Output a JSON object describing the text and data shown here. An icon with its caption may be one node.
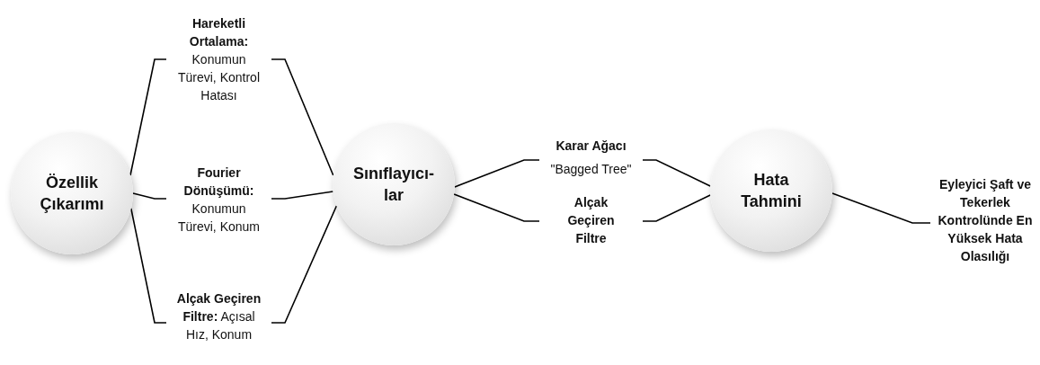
{
  "diagram": {
    "nodes": [
      {
        "text": [
          "Özellik Çıkarımı"
        ]
      },
      {
        "text": [
          "**Hareketli Ortalama:** Konumun Türevi, Kontrol Hatası"
        ]
      },
      {
        "text": [
          "**Fourier Dönüşümü:** Konumun Türevi, Konum"
        ]
      },
      {
        "text": [
          "**Alçak Geçiren Filtre:** Açısal Hız, Konum"
        ]
      },
      {
        "text": [
          "Sınıflayıcı- lar"
        ]
      },
      {
        "text": [
          "Karar Ağacı",
          "\"Bagged Tree\""
        ]
      },
      {
        "text": [
          "Alçak Geçiren Filtre"
        ]
      },
      {
        "text": [
          "Hata Tahmini"
        ]
      },
      {
        "text": [
          "Eyleyici Şaft ve Tekerlek Kontrolünde En Yüksek Hata Olasılığı"
        ]
      }
    ],
    "edges": [
      {
        "from": 0,
        "to": 1,
        "arrow": "none"
      },
      {
        "from": 0,
        "to": 2,
        "arrow": "none"
      },
      {
        "from": 0,
        "to": 3,
        "arrow": "none"
      },
      {
        "from": 1,
        "to": 4,
        "arrow": "none"
      },
      {
        "from": 2,
        "to": 4,
        "arrow": "none"
      },
      {
        "from": 3,
        "to": 4,
        "arrow": "none"
      },
      {
        "from": 4,
        "to": 5,
        "arrow": "none"
      },
      {
        "from": 4,
        "to": 6,
        "arrow": "none"
      },
      {
        "from": 5,
        "to": 7,
        "arrow": "none"
      },
      {
        "from": 6,
        "to": 7,
        "arrow": "none"
      },
      {
        "from": 7,
        "to": 8,
        "arrow": "none"
      }
    ]
  }
}
